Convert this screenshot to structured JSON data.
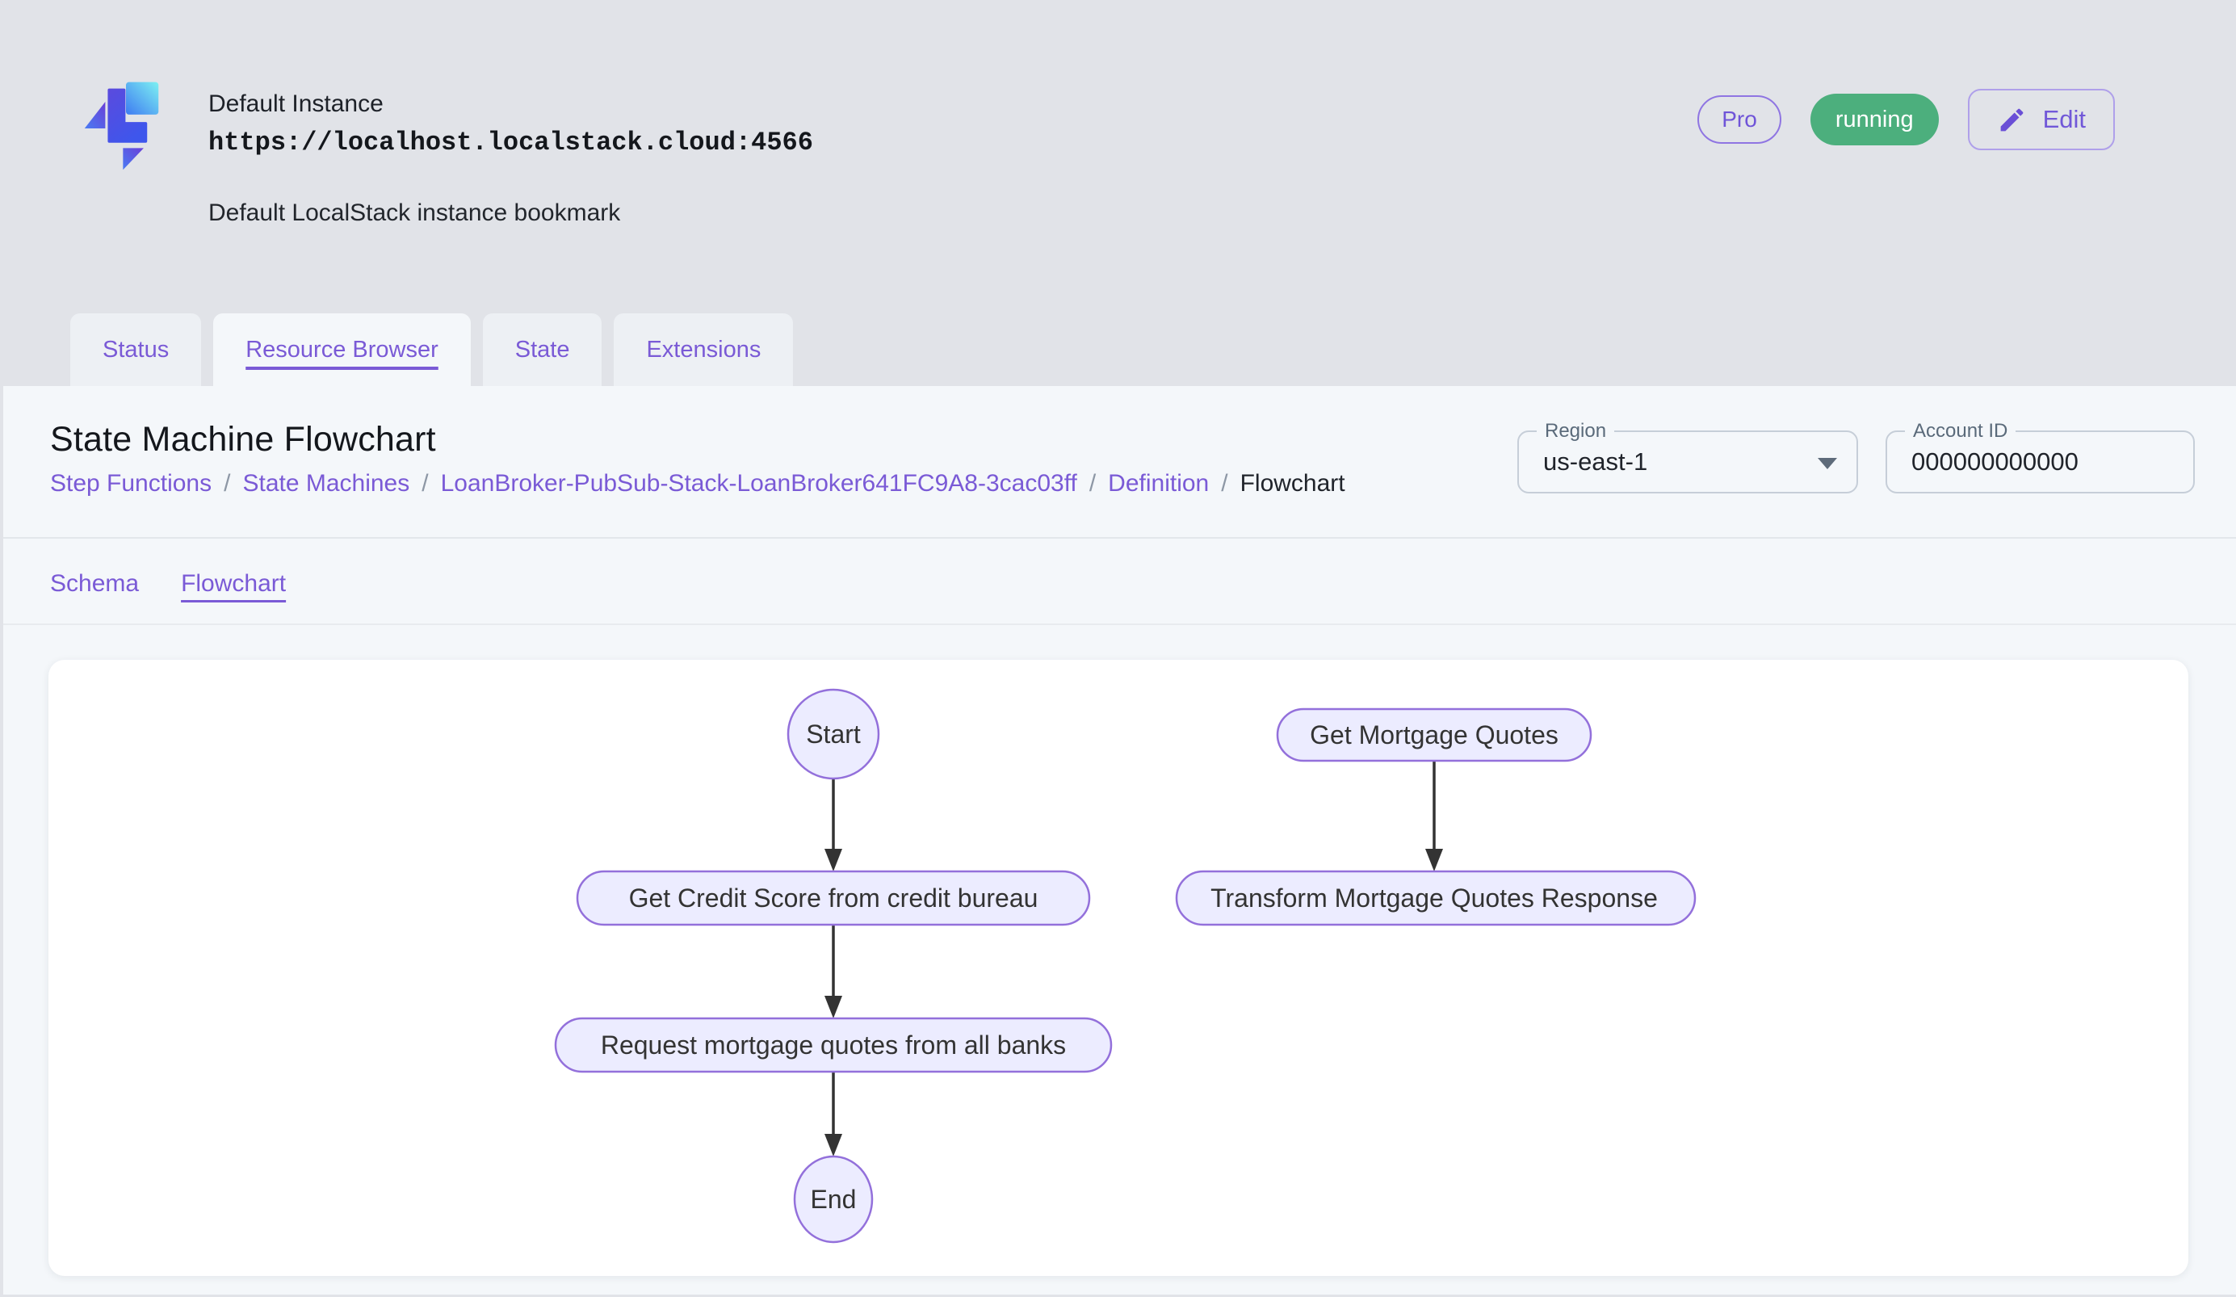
{
  "colors": {
    "accent_purple": "#7A5AD6",
    "status_green": "#4CAF7D",
    "header_background": "#E1E3E8",
    "panel_background": "#F4F7FA",
    "node_fill": "#ECECFF",
    "node_stroke": "#9370DB",
    "edge_color": "#333333"
  },
  "icons": {
    "logo": "localstack-logo",
    "edit_button_icon": "pencil-icon",
    "region_dropdown_icon": "arrow-drop-down-icon"
  },
  "header": {
    "instance_name": "Default Instance",
    "instance_url": "https://localhost.localstack.cloud:4566",
    "instance_description": "Default LocalStack instance bookmark",
    "pro_badge": "Pro",
    "status_badge": "running",
    "edit_label": "Edit"
  },
  "tabs": [
    {
      "label": "Status",
      "active": false
    },
    {
      "label": "Resource Browser",
      "active": true
    },
    {
      "label": "State",
      "active": false
    },
    {
      "label": "Extensions",
      "active": false
    }
  ],
  "page": {
    "title": "State Machine Flowchart",
    "breadcrumbs": [
      "Step Functions",
      "State Machines",
      "LoanBroker-PubSub-Stack-LoanBroker641FC9A8-3cac03ff",
      "Definition",
      "Flowchart"
    ],
    "breadcrumb_separator": "/",
    "region_label": "Region",
    "region_value": "us-east-1",
    "account_label": "Account ID",
    "account_value": "000000000000"
  },
  "subtabs": [
    {
      "label": "Schema",
      "active": false
    },
    {
      "label": "Flowchart",
      "active": true
    }
  ],
  "flowchart": {
    "nodes": {
      "start": "Start",
      "credit": "Get Credit Score from credit bureau",
      "request": "Request mortgage quotes from all banks",
      "end": "End",
      "get_quotes": "Get Mortgage Quotes",
      "transform": "Transform Mortgage Quotes Response"
    },
    "edges": [
      [
        "Start",
        "Get Credit Score from credit bureau"
      ],
      [
        "Get Credit Score from credit bureau",
        "Request mortgage quotes from all banks"
      ],
      [
        "Request mortgage quotes from all banks",
        "End"
      ],
      [
        "Get Mortgage Quotes",
        "Transform Mortgage Quotes Response"
      ]
    ]
  }
}
